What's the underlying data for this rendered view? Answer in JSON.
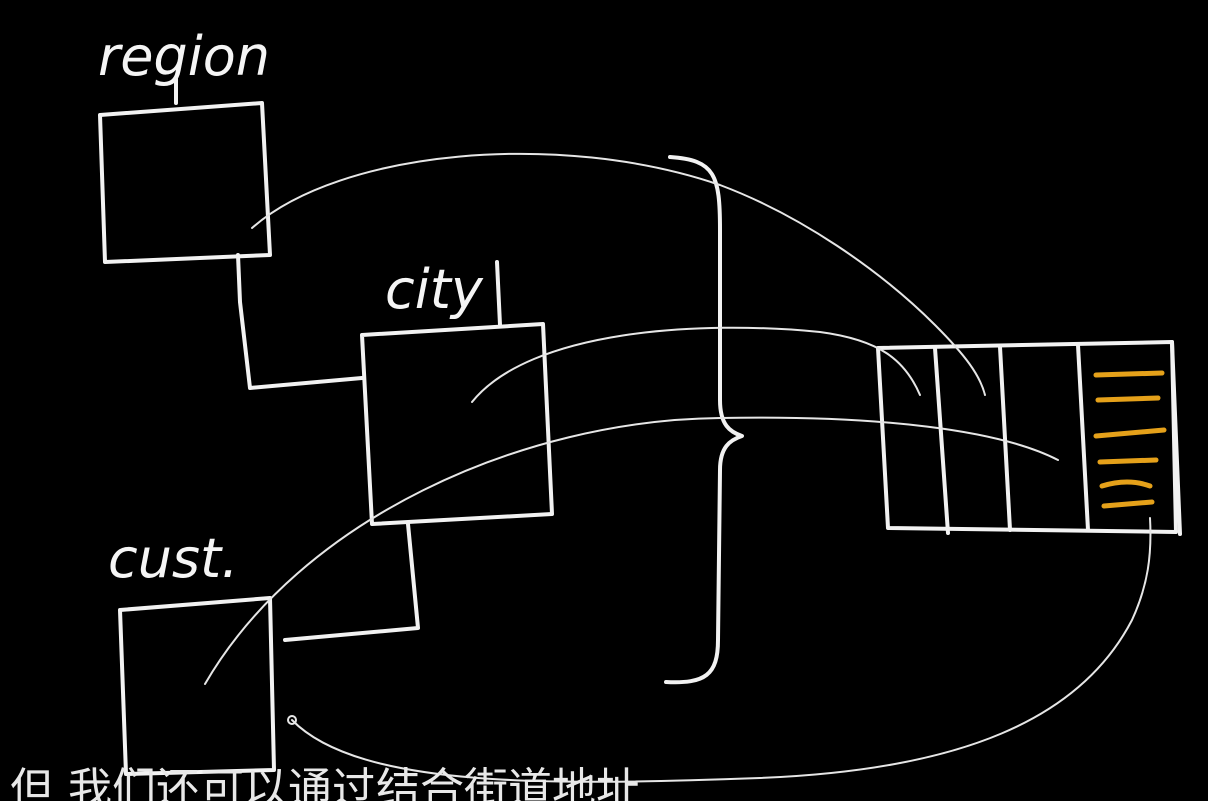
{
  "labels": {
    "region": "region",
    "city": "city",
    "cust": "cust."
  },
  "subtitle": "但 我们还可以通过结合街道地址",
  "colors": {
    "background": "#000000",
    "ink": "#f2f2f2",
    "highlight": "#e5a11a"
  }
}
